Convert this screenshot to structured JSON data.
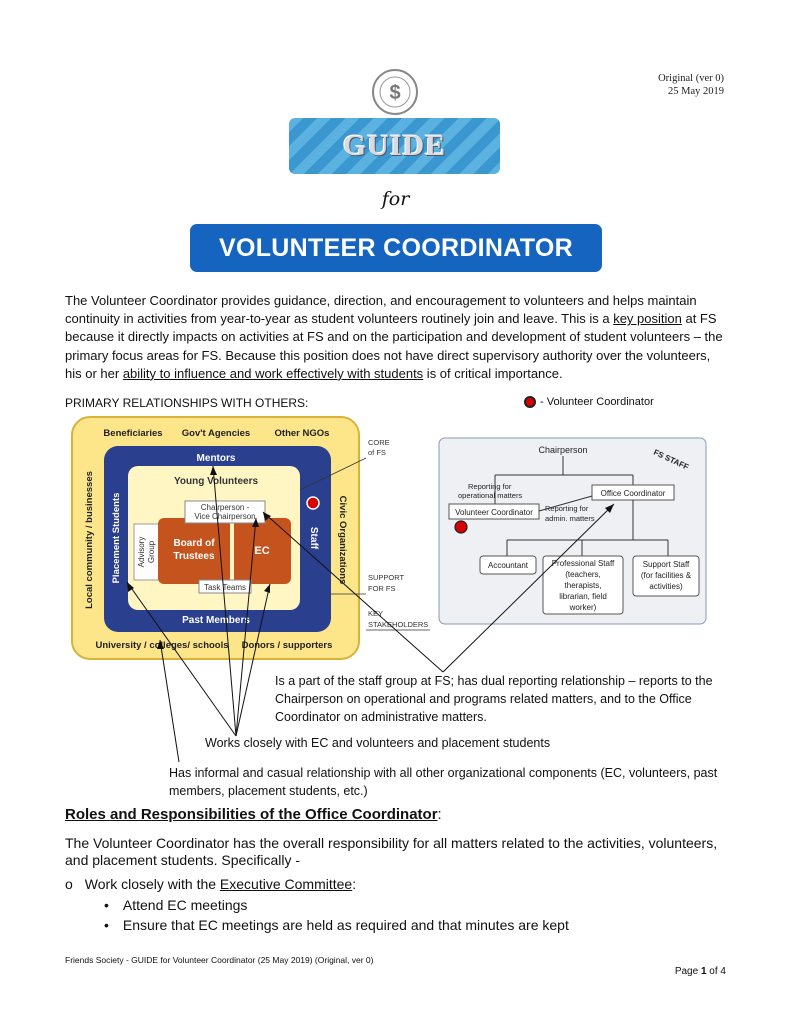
{
  "header": {
    "version": "Original (ver 0)",
    "date": "25 May 2019",
    "logo_name": "friends-society-seal",
    "guide_label": "GUIDE",
    "for_label": "for",
    "title": "VOLUNTEER COORDINATOR"
  },
  "intro": {
    "part1": "The Volunteer Coordinator provides guidance, direction, and encouragement to volunteers and helps maintain continuity in activities from year-to-year as student volunteers routinely join and leave. This is a ",
    "key_position": "key position",
    "part2": " at FS because it directly impacts on activities at FS and on the participation and development of student volunteers – the primary focus areas for FS. Because this position does not have direct supervisory authority over the volunteers, his or her ",
    "ability": "ability to influence and work effectively with students",
    "part3": " is of critical importance."
  },
  "relationships": {
    "heading": "PRIMARY RELATIONSHIPS WITH OTHERS:",
    "legend": "- Volunteer Coordinator",
    "colors": {
      "outer": "#fde58a",
      "navy": "#2b3f8f",
      "inner": "#fff6c4",
      "brown": "#c5531d",
      "red_dot": "#d50000"
    }
  },
  "org_diagram": {
    "outer_top": [
      "Beneficiaries",
      "Gov't Agencies",
      "Other NGOs"
    ],
    "outer_left": "Local community / businesses",
    "outer_right": "Civic Organizations",
    "outer_bottom": [
      "University / colleges/ schools",
      "Donors / supporters"
    ],
    "mentors": "Mentors",
    "placement": "Placement Students",
    "staff": "Staff",
    "past_members": "Past Members",
    "young_volunteers": "Young Volunteers",
    "chairperson": "Chairperson -",
    "vice": "Vice Chairperson",
    "advisory": "Advisory",
    "group": "Group",
    "board1": "Board of",
    "board2": "Trustees",
    "ec": "EC",
    "task_teams": "Task Teams",
    "core1": "CORE",
    "core2": "of FS",
    "support1": "SUPPORT",
    "support2": "FOR FS",
    "key1": "KEY",
    "key2": "STAKEHOLDERS"
  },
  "staff_diagram": {
    "chairperson": "Chairperson",
    "fs_staff": "FS STAFF",
    "reporting_ops1": "Reporting for",
    "reporting_ops2": "operational matters",
    "reporting_admin1": "Reporting for",
    "reporting_admin2": "admin. matters",
    "volunteer_coordinator": "Volunteer Coordinator",
    "office_coordinator": "Office Coordinator",
    "accountant": "Accountant",
    "prof1": "Professional Staff",
    "prof2": "(teachers,",
    "prof3": "therapists,",
    "prof4": "librarian, field",
    "prof5": "worker)",
    "sup1": "Support Staff",
    "sup2": "(for facilities &",
    "sup3": "activities)"
  },
  "callouts": {
    "staff_group": "Is a part of the staff group at FS; has dual reporting relationship – reports to the Chairperson on operational and programs related matters, and to the Office Coordinator on administrative matters.",
    "works_closely": "Works closely with EC and volunteers and placement students",
    "informal": "Has informal and casual relationship with all other organizational components (EC, volunteers, past members, placement students, etc.)"
  },
  "roles": {
    "heading": "Roles and Responsibilities of the Office Coordinator",
    "colon": ":",
    "paragraph": "The Volunteer Coordinator has the overall responsibility for all matters related to the activities, volunteers, and placement students. Specifically -",
    "circle_marker": "o",
    "sub_prefix": "Work closely with the ",
    "sub_link": "Executive Committee",
    "sub_suffix": ":",
    "bullet_marker": "•",
    "bullets": [
      "Attend EC meetings",
      "Ensure that EC meetings are held as required and that minutes are kept"
    ]
  },
  "footer": {
    "left": "Friends Society - GUIDE for Volunteer Coordinator (25 May 2019) (Original, ver 0)",
    "page_prefix": "Page ",
    "page_num": "1",
    "page_suffix": " of 4"
  }
}
